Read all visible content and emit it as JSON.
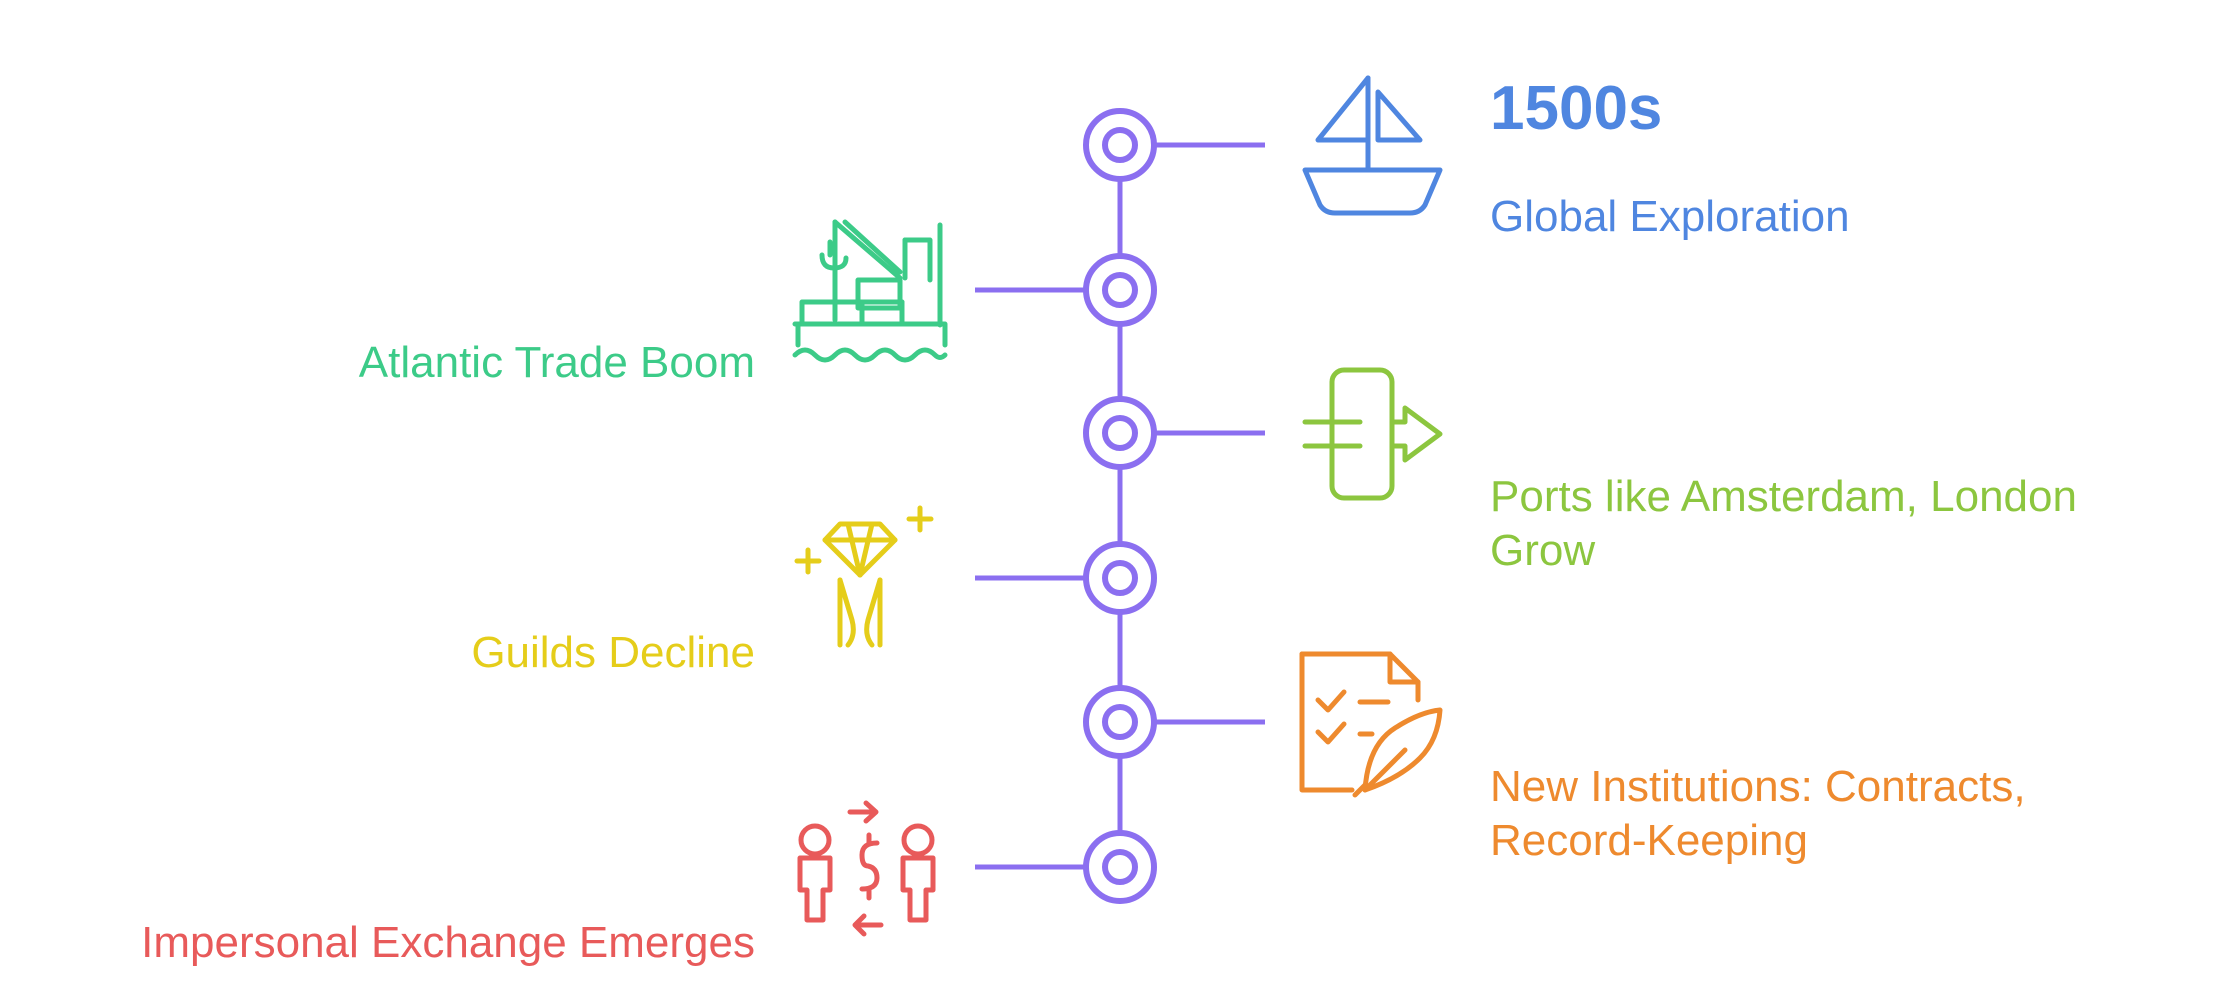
{
  "colors": {
    "timeline": "#8B6FF0",
    "blue": "#4F86E0",
    "green": "#3CCB88",
    "lime": "#8CC63F",
    "yellow": "#E5CD1A",
    "orange": "#EE8A2E",
    "red": "#E85A5A"
  },
  "events": [
    {
      "year": "1500s",
      "label": "Global Exploration",
      "side": "right",
      "color": "#4F86E0",
      "icon": "sailboat-icon"
    },
    {
      "label": "Atlantic Trade Boom",
      "side": "left",
      "color": "#3CCB88",
      "icon": "cargo-ship-icon"
    },
    {
      "label_line1": "Ports like Amsterdam, London",
      "label_line2": "Grow",
      "side": "right",
      "color": "#8CC63F",
      "icon": "port-exit-icon"
    },
    {
      "label": "Guilds Decline",
      "side": "left",
      "color": "#E5CD1A",
      "icon": "jeweler-diamond-icon"
    },
    {
      "label_line1": "New Institutions: Contracts,",
      "label_line2": "Record-Keeping",
      "side": "right",
      "color": "#EE8A2E",
      "icon": "contract-quill-icon"
    },
    {
      "label": "Impersonal Exchange Emerges",
      "side": "left",
      "color": "#E85A5A",
      "icon": "money-exchange-icon"
    }
  ]
}
